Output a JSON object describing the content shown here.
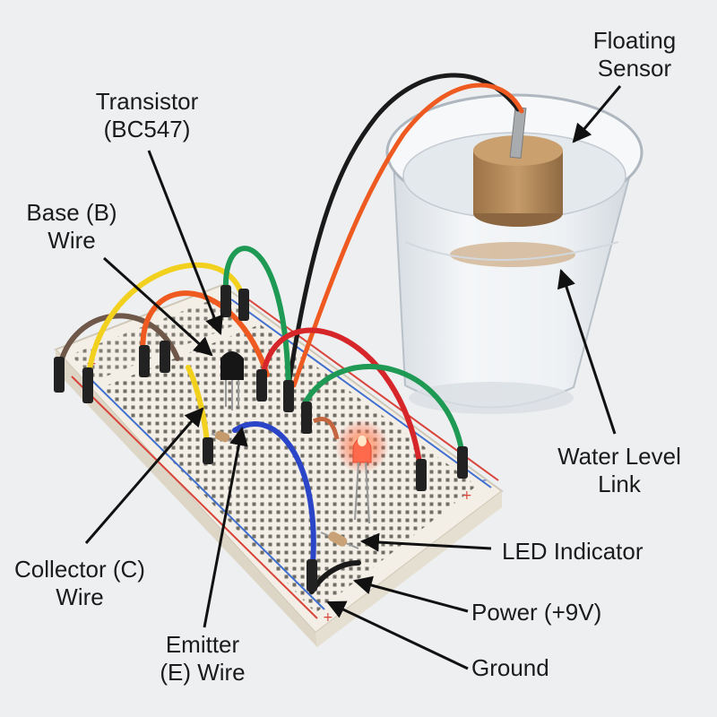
{
  "labels": {
    "floating_sensor": [
      "Floating",
      "Sensor"
    ],
    "transistor": [
      "Transistor",
      "(BC547)"
    ],
    "base_wire": [
      "Base (B)",
      "Wire"
    ],
    "water_level_link": [
      "Water Level",
      "Link"
    ],
    "led_indicator": [
      "LED Indicator"
    ],
    "collector_wire": [
      "Collector (C)",
      "Wire"
    ],
    "power": [
      "Power (+9V)"
    ],
    "emitter_wire": [
      "Emitter",
      "(E) Wire"
    ],
    "ground": [
      "Ground"
    ]
  },
  "rail_marks": [
    "+",
    "-",
    "+",
    "+"
  ],
  "colors": {
    "background": "#eeeff1",
    "breadboard": "#f1ede4",
    "rail_red": "#d9443a",
    "rail_blue": "#3f6fd0",
    "water": "#dfe5ea",
    "cork": "#b58a5a",
    "led_glow": "#ff6a4d",
    "wire_yellow": "#f2d01e",
    "wire_orange": "#ee5a1f",
    "wire_green": "#1e9a55",
    "wire_blue": "#2a45c8",
    "wire_black": "#1a1a1a",
    "wire_brown": "#6f574a",
    "wire_red": "#d6262a"
  }
}
